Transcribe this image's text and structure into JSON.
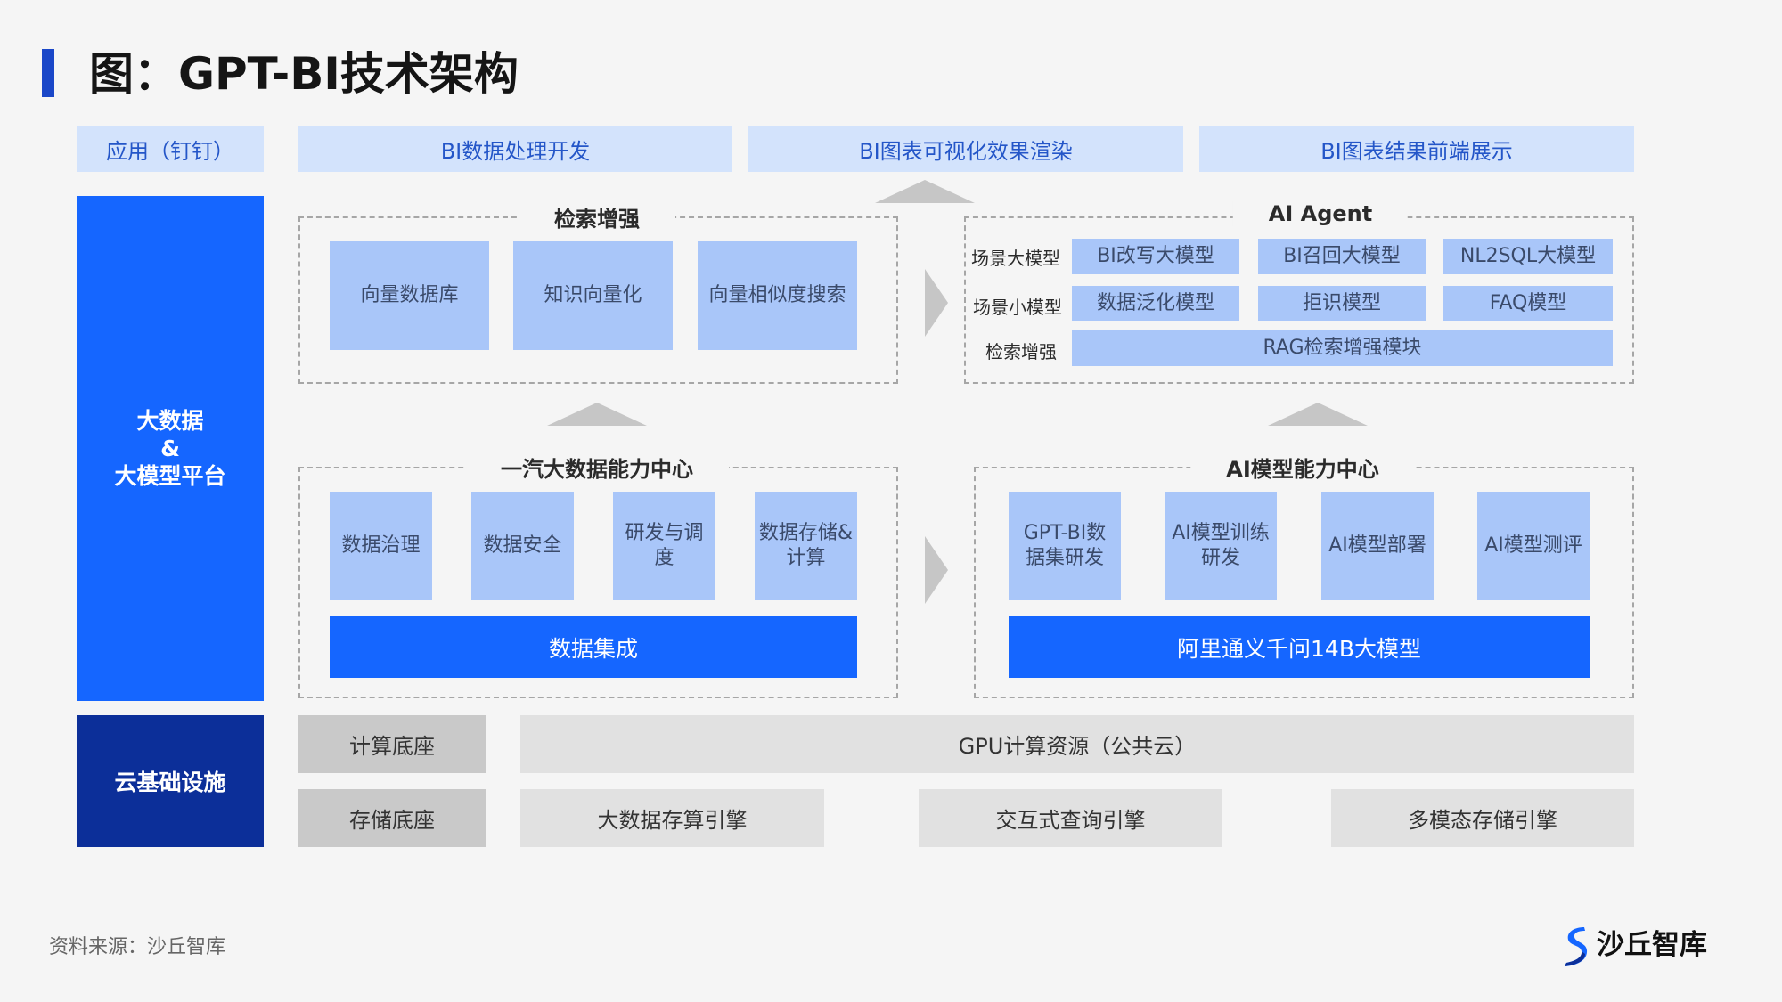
{
  "title": "图：GPT-BI技术架构",
  "apps": {
    "label": "应用（钉钉）",
    "items": [
      "BI数据处理开发",
      "BI图表可视化效果渲染",
      "BI图表结果前端展示"
    ]
  },
  "platform": {
    "line1": "大数据",
    "line2": "&",
    "line3": "大模型平台"
  },
  "cloud": "云基础设施",
  "retrieval": {
    "title": "检索增强",
    "items": [
      "向量数据库",
      "知识向量化",
      "向量相似度搜索"
    ]
  },
  "agent": {
    "title": "AI Agent",
    "row_labels": [
      "场景大模型",
      "场景小模型",
      "检索增强"
    ],
    "large_models": [
      "BI改写大模型",
      "BI召回大模型",
      "NL2SQL大模型"
    ],
    "small_models": [
      "数据泛化模型",
      "拒识模型",
      "FAQ模型"
    ],
    "rag": "RAG检索增强模块"
  },
  "bigdata": {
    "title": "一汽大数据能力中心",
    "items": [
      "数据治理",
      "数据安全",
      "研发与调度",
      "数据存储&计算"
    ],
    "integration": "数据集成"
  },
  "ai_center": {
    "title": "AI模型能力中心",
    "items": [
      "GPT-BI数据集研发",
      "AI模型训练研发",
      "AI模型部署",
      "AI模型测评"
    ],
    "base_model": "阿里通义千问14B大模型"
  },
  "infra": {
    "compute_base": "计算底座",
    "gpu": "GPU计算资源（公共云）",
    "storage_base": "存储底座",
    "engines": [
      "大数据存算引擎",
      "交互式查询引擎",
      "多模态存储引擎"
    ]
  },
  "source": "资料来源：沙丘智库",
  "logo_text": "沙丘智库",
  "colors": {
    "brand_blue": "#1566ff",
    "navy": "#0c2f99",
    "light_blue": "#a9c6f9",
    "pale_blue": "#d3e3fc"
  }
}
